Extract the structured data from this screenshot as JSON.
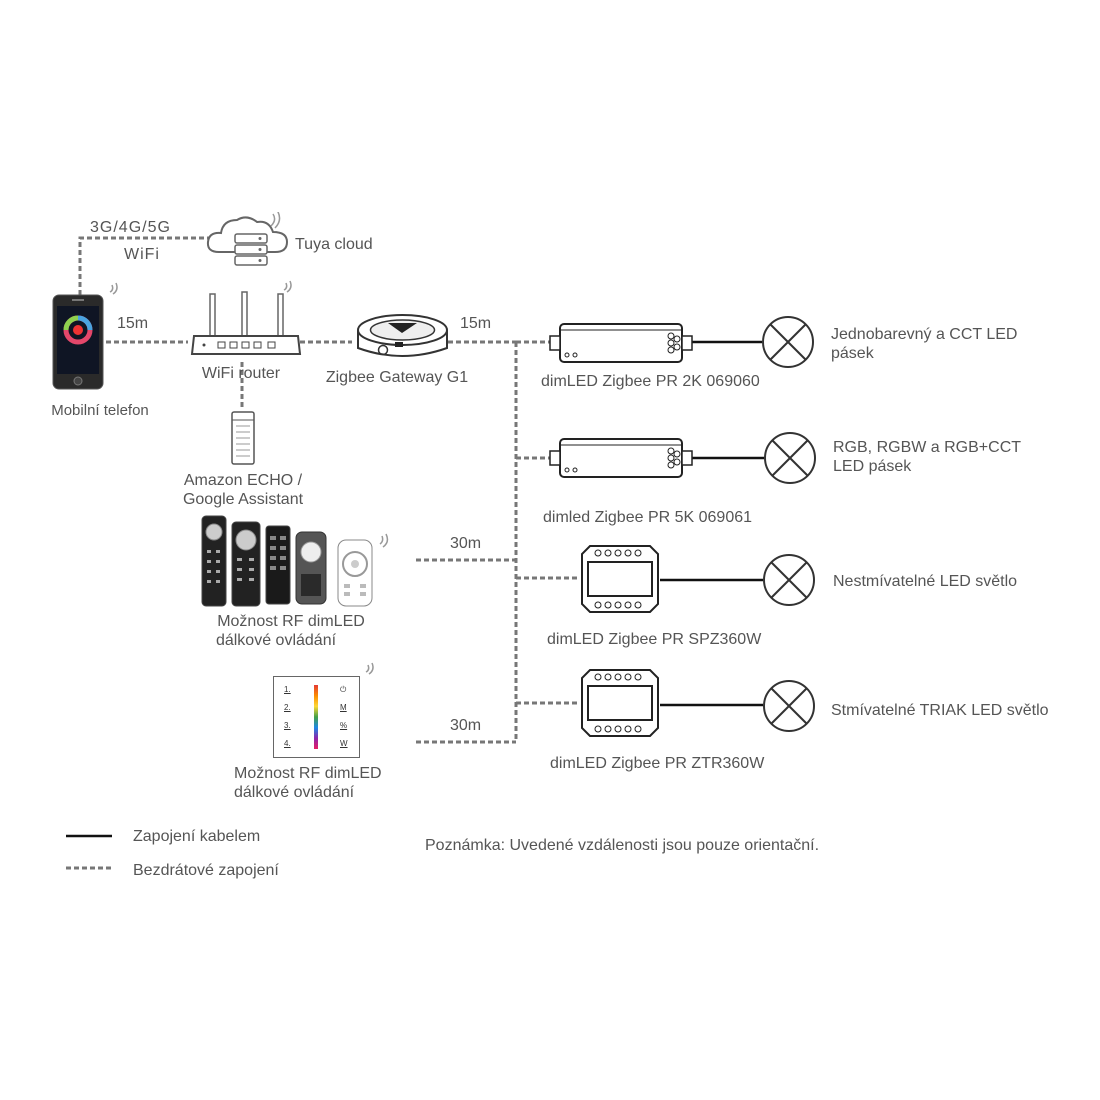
{
  "cloud": {
    "label": "Tuya cloud",
    "link_top": "3G/4G/5G",
    "link_bottom": "WiFi"
  },
  "phone": {
    "label": "Mobilní telefon"
  },
  "router": {
    "label": "WiFi router"
  },
  "gateway": {
    "label": "Zigbee Gateway G1"
  },
  "assistant": {
    "line1": "Amazon ECHO /",
    "line2": "Google Assistant"
  },
  "distances": {
    "phone_router": "15m",
    "gateway_bus": "15m",
    "remotes_bus": "30m",
    "panel_bus": "30m"
  },
  "remotes": {
    "line1": "Možnost RF dimLED",
    "line2": "dálkové ovládání"
  },
  "wall_panel": {
    "line1": "Možnost RF dimLED",
    "line2": "dálkové ovládání",
    "left_keys": [
      "1.",
      "2.",
      "3.",
      "4."
    ],
    "right_keys": [
      "⏻",
      "M",
      "%",
      "W"
    ]
  },
  "controllers": [
    {
      "label": "dimLED Zigbee PR 2K 069060",
      "output": "Jednobarevný a CCT LED pásek"
    },
    {
      "label": "dimled Zigbee PR 5K 069061",
      "output": "RGB, RGBW a RGB+CCT LED pásek"
    },
    {
      "label": "dimLED Zigbee PR SPZ360W",
      "output": "Nestmívatelné LED světlo"
    },
    {
      "label": "dimLED Zigbee PR ZTR360W",
      "output": "Stmívatelné TRIAK LED světlo"
    }
  ],
  "legend": {
    "wired": "Zapojení kabelem",
    "wireless": "Bezdrátové zapojení"
  },
  "note": "Poznámka: Uvedené vzdálenosti jsou pouze orientační.",
  "colors": {
    "line": "#111111",
    "dashed": "#777777",
    "text": "#555555"
  }
}
